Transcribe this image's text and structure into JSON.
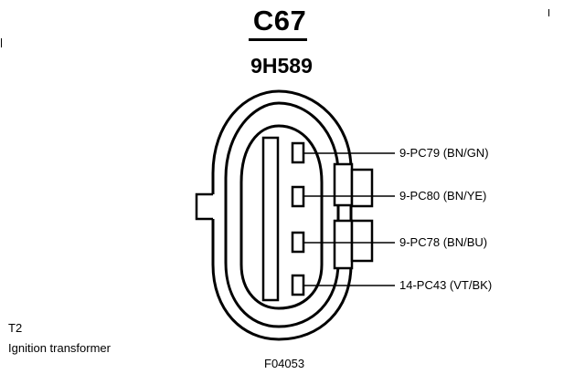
{
  "connector": {
    "id": "C67",
    "part_number": "9H589"
  },
  "pins": [
    {
      "label": "9-PC79 (BN/GN)"
    },
    {
      "label": "9-PC80 (BN/YE)"
    },
    {
      "label": "9-PC78 (BN/BU)"
    },
    {
      "label": "14-PC43 (VT/BK)"
    }
  ],
  "component": {
    "code": "T2",
    "name": "Ignition transformer"
  },
  "figure_code": "F04053"
}
